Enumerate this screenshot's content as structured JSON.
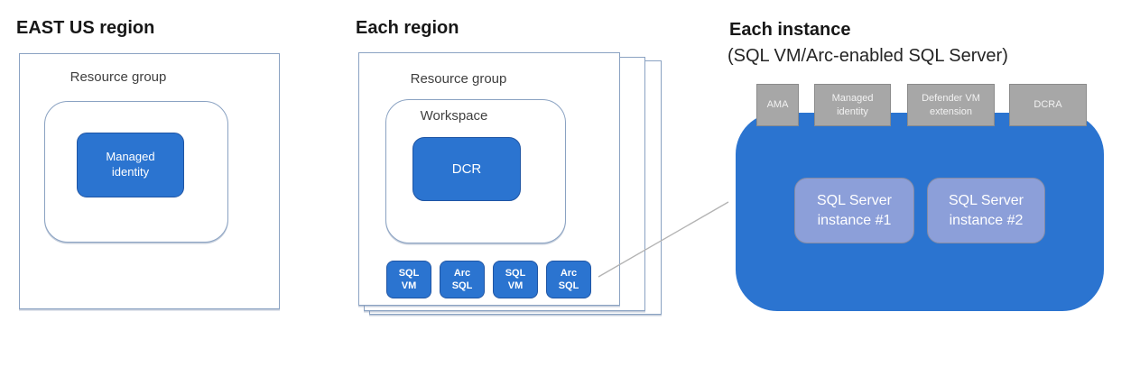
{
  "colors": {
    "primary_blue": "#2b74d0",
    "instance_light_blue": "#8c9fd9",
    "extension_tab_gray": "#a7a7a7",
    "frame_border_blue_gray": "#8aa2c2",
    "connector_gray": "#b3b3b3"
  },
  "east_us": {
    "title": "EAST US region",
    "resource_group_label": "Resource group",
    "managed_identity_label": "Managed\nidentity"
  },
  "each_region": {
    "title": "Each region",
    "resource_group_label": "Resource group",
    "workspace_label": "Workspace",
    "dcr_label": "DCR",
    "instance_boxes": [
      {
        "label": "SQL\nVM"
      },
      {
        "label": "Arc\nSQL"
      },
      {
        "label": "SQL\nVM"
      },
      {
        "label": "Arc\nSQL"
      }
    ]
  },
  "each_instance": {
    "title": "Each instance",
    "subtitle": "(SQL VM/Arc-enabled SQL Server)",
    "extensions": [
      {
        "label": "AMA"
      },
      {
        "label": "Managed\nidentity"
      },
      {
        "label": "Defender VM\nextension"
      },
      {
        "label": "DCRA"
      }
    ],
    "sql_instances": [
      {
        "label": "SQL Server\ninstance #1"
      },
      {
        "label": "SQL Server\ninstance #2"
      }
    ]
  }
}
